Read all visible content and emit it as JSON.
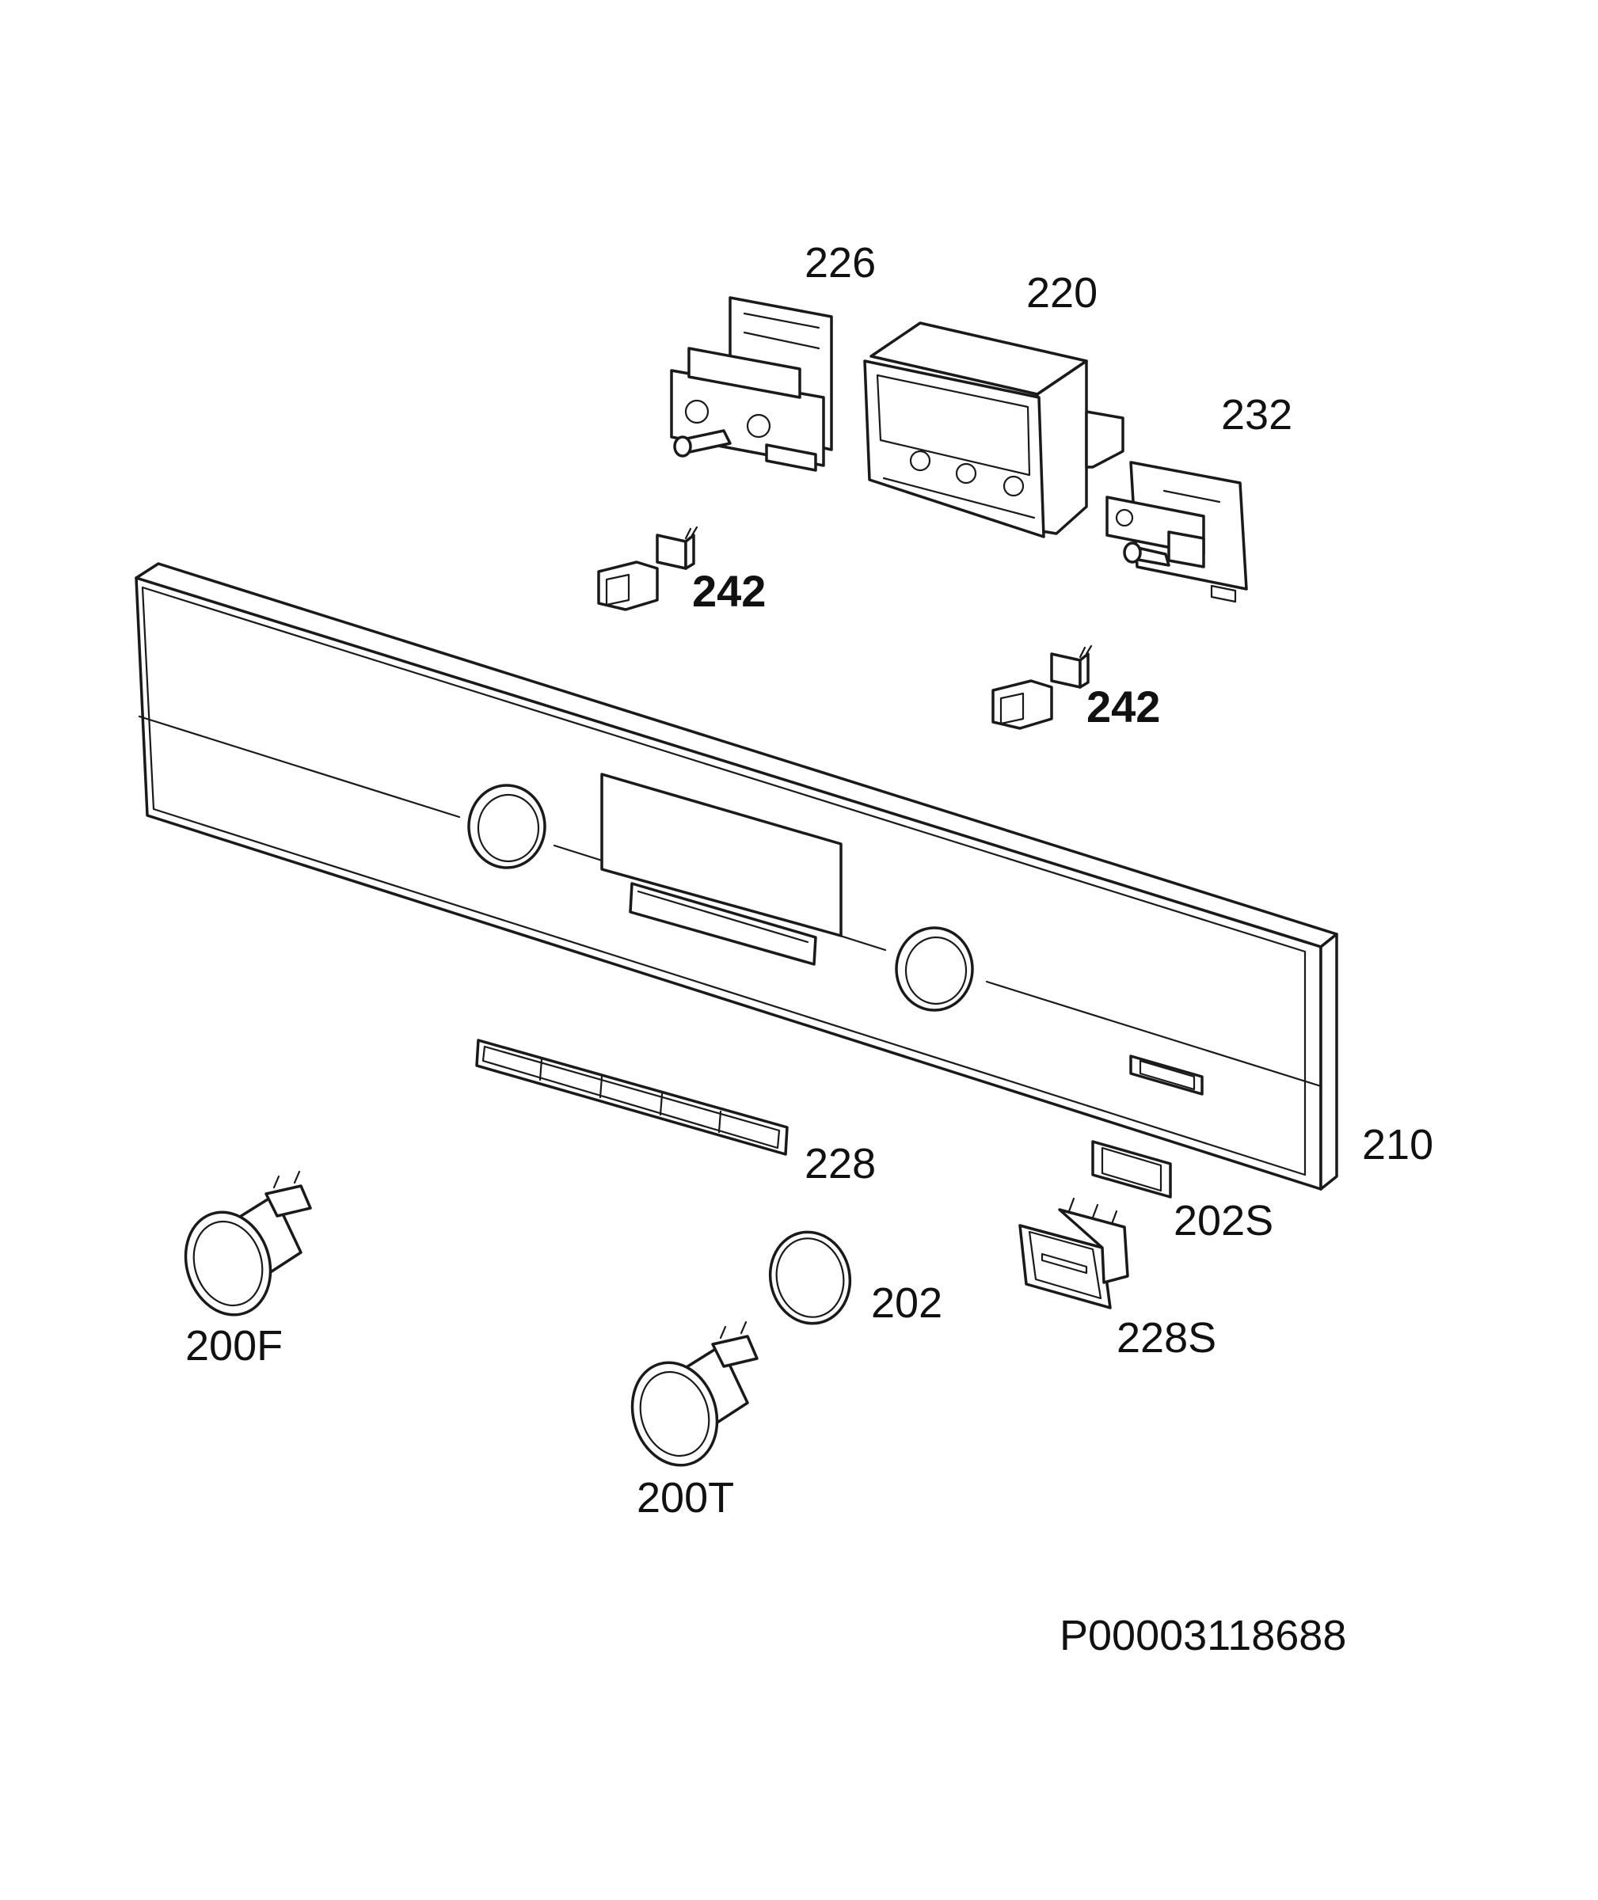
{
  "parts": {
    "p226": "226",
    "p220": "220",
    "p232": "232",
    "p242a": "242",
    "p242b": "242",
    "p210": "210",
    "p228": "228",
    "p202s": "202S",
    "p202": "202",
    "p228s": "228S",
    "p200f": "200F",
    "p200t": "200T"
  },
  "document_id": "P00003118688",
  "colors": {
    "line": "#1a1a1a",
    "background": "#ffffff"
  }
}
